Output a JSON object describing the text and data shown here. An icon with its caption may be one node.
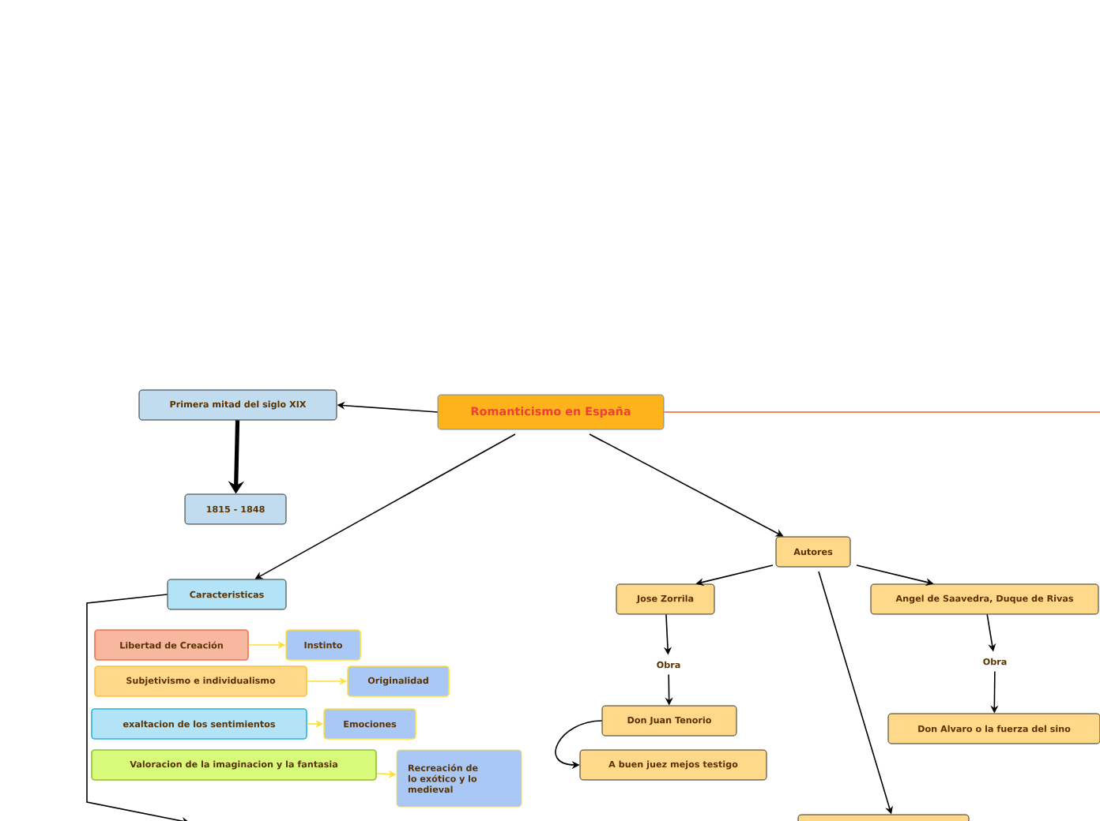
{
  "diagram": {
    "nodes": [
      {
        "text": [
          "Romanticismo en España"
        ]
      },
      {
        "text": [
          "Primera mitad del siglo XIX"
        ]
      },
      {
        "text": [
          "1815 - 1848"
        ]
      },
      {
        "text": [
          "Caracteristicas"
        ]
      },
      {
        "text": [
          "Libertad de Creación"
        ]
      },
      {
        "text": [
          "Instinto"
        ]
      },
      {
        "text": [
          "Subjetivismo e individualismo"
        ]
      },
      {
        "text": [
          "Originalidad"
        ]
      },
      {
        "text": [
          "exaltacion de los sentimientos"
        ]
      },
      {
        "text": [
          "Emociones"
        ]
      },
      {
        "text": [
          "Valoracion de la imaginacion y la fantasia"
        ]
      },
      {
        "text": [
          "Recreación de lo exótico y lo medieval"
        ]
      },
      {
        "text": [
          "Autores"
        ]
      },
      {
        "text": [
          "Jose Zorrila"
        ]
      },
      {
        "text": [
          "Obra"
        ]
      },
      {
        "text": [
          "Don Juan Tenorio"
        ]
      },
      {
        "text": [
          "A buen juez mejos testigo"
        ]
      },
      {
        "text": [
          "Angel de Saavedra, Duque de Rivas"
        ]
      },
      {
        "text": [
          "Obra"
        ]
      },
      {
        "text": [
          "Don Alvaro o la fuerza del sino"
        ]
      },
      {
        "text": [],
        "shape": "box"
      }
    ],
    "edges": [
      {
        "from": 0,
        "to": 1,
        "arrow": "to"
      },
      {
        "from": 1,
        "to": 2,
        "arrow": "to",
        "style": "thick"
      },
      {
        "from": 0,
        "to": 3,
        "arrow": "to"
      },
      {
        "from": 0,
        "to": 12,
        "arrow": "to"
      },
      {
        "from": 4,
        "to": 5,
        "arrow": "to",
        "color": "#ffe033"
      },
      {
        "from": 6,
        "to": 7,
        "arrow": "to",
        "color": "#ffe033"
      },
      {
        "from": 8,
        "to": 9,
        "arrow": "to",
        "color": "#ffe033"
      },
      {
        "from": 10,
        "to": 11,
        "arrow": "to",
        "color": "#ffe033"
      },
      {
        "from": 12,
        "to": 13,
        "arrow": "to"
      },
      {
        "from": 12,
        "to": 17,
        "arrow": "to"
      },
      {
        "from": 12,
        "to": 20,
        "arrow": "to"
      },
      {
        "from": 13,
        "to": 14,
        "arrow": "to"
      },
      {
        "from": 14,
        "to": 15,
        "arrow": "to"
      },
      {
        "from": 15,
        "to": 16,
        "arrow": "to"
      },
      {
        "from": 17,
        "to": 18,
        "arrow": "to"
      },
      {
        "from": 18,
        "to": 19,
        "arrow": "to"
      },
      {
        "from": 0,
        "to": null,
        "arrow": "none",
        "color": "#f05a28"
      },
      {
        "from": 3,
        "to": null,
        "arrow": "to"
      }
    ]
  }
}
